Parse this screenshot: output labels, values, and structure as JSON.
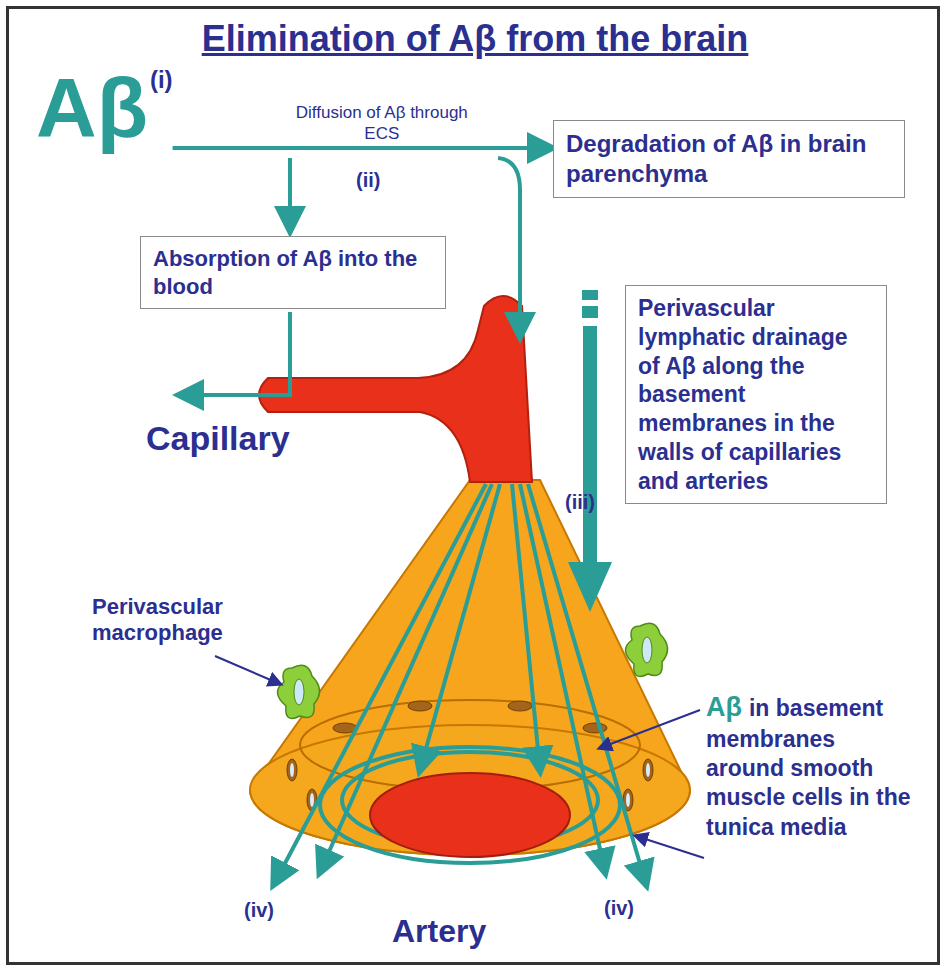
{
  "diagram": {
    "title": "Elimination of Aβ from the brain",
    "nodes": [
      {
        "text": [
          "Aβ",
          "(i)"
        ]
      },
      {
        "text": [
          "Degradation of Aβ in brain parenchyma"
        ]
      },
      {
        "text": [
          "Absorption of Aβ into the blood"
        ]
      },
      {
        "text": [
          "Perivascular lymphatic drainage of Aβ along the basement membranes in the walls of capillaries and arteries"
        ]
      }
    ],
    "edges": [
      {
        "from": 0,
        "to": 1,
        "arrow": "to",
        "label": "Diffusion of Aβ through ECS"
      }
    ],
    "labels": [
      "(ii)",
      "Capillary",
      "(iii)",
      "Perivascular macrophage",
      "Aβ",
      "in basement membranes around smooth muscle cells in the tunica media",
      "(iv)",
      "(iv)",
      "Artery"
    ]
  }
}
